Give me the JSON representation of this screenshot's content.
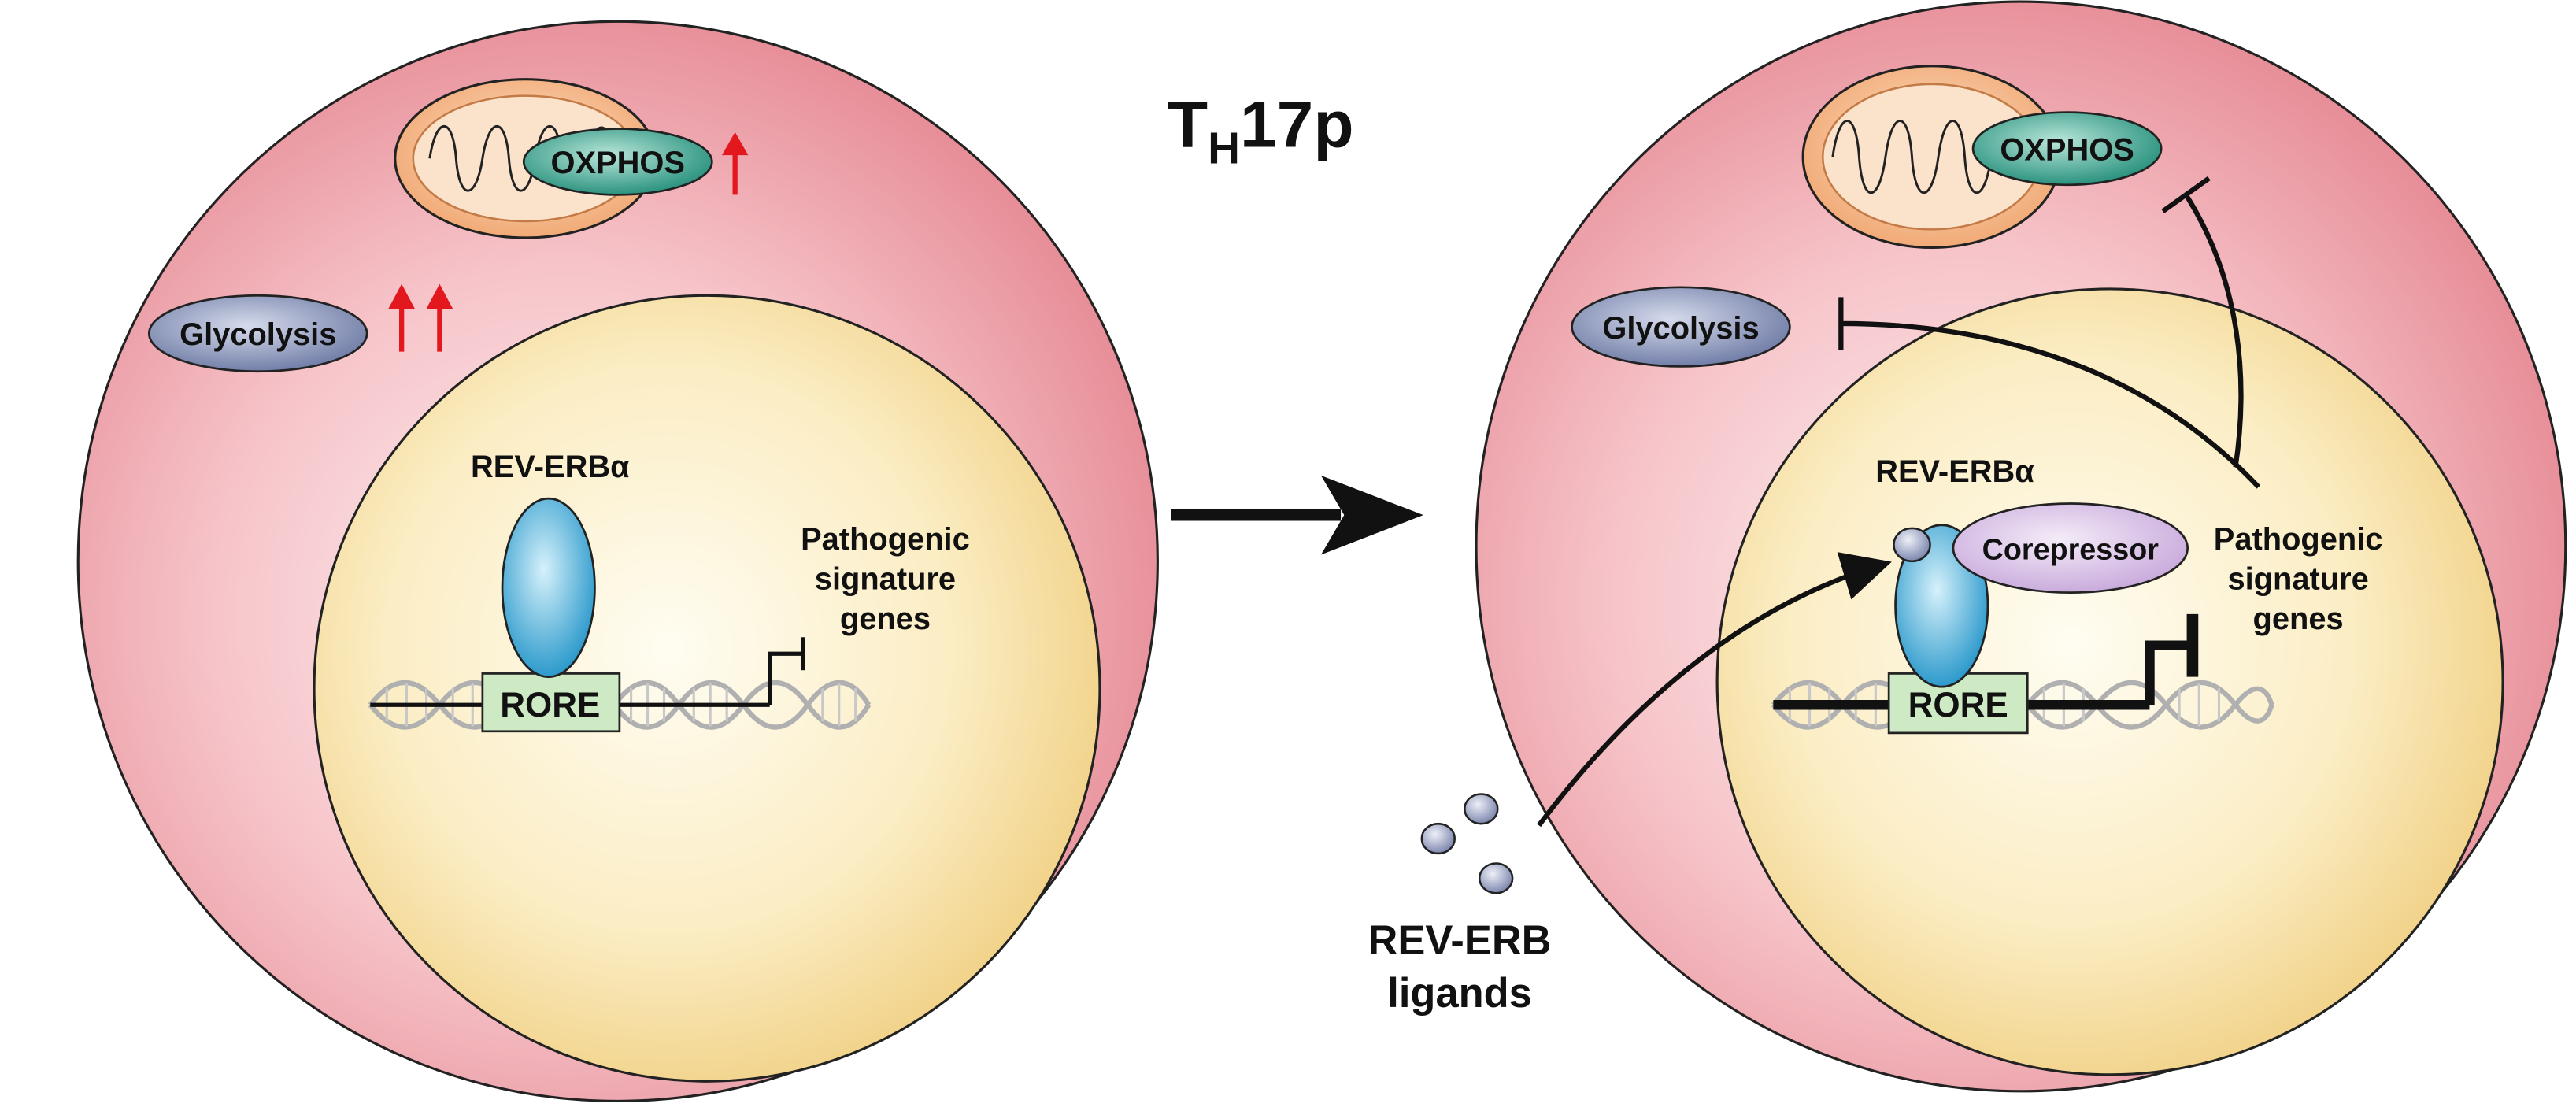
{
  "title": {
    "main": "T",
    "subscript": "H",
    "suffix": "17p"
  },
  "left_cell": {
    "mitochondrion_label": "OXPHOS",
    "glycolysis_label": "Glycolysis",
    "receptor_label": "REV-ERBα",
    "element_label": "RORE",
    "genes_label": [
      "Pathogenic",
      "signature",
      "genes"
    ]
  },
  "right_cell": {
    "mitochondrion_label": "OXPHOS",
    "glycolysis_label": "Glycolysis",
    "receptor_label": "REV-ERBα",
    "corepressor_label": "Corepressor",
    "element_label": "RORE",
    "genes_label": [
      "Pathogenic",
      "signature",
      "genes"
    ]
  },
  "ligands_label": [
    "REV-ERB",
    "ligands"
  ],
  "colors": {
    "cell_outer": "#e8848f",
    "cell_inner": "#fbe3e5",
    "nucleus_outer": "#f2d28a",
    "nucleus_inner": "#fffbeb",
    "mito_fill": "#f4b487",
    "oxphos_fill": "#2f9c86",
    "glycolysis_fill": "#7a86ad",
    "receptor_fill": "#2aa3d4",
    "corepressor_fill": "#cfb3df",
    "rore_fill": "#cdeac4",
    "up_arrow": "#e3181f",
    "dna": "#b0b0b0"
  }
}
